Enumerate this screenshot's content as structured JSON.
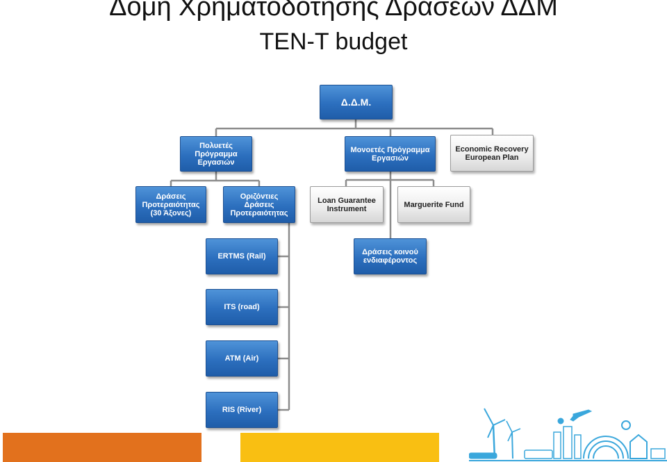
{
  "header": {
    "title": "Δομή Χρηματοδότησης Δράσεων ΔΔΜ",
    "subtitle": "TEN-T budget"
  },
  "org": {
    "root": "Δ.Δ.Μ.",
    "multiannual": "Πολυετές Πρόγραμμα Εργασιών",
    "annual": "Μονοετές Πρόγραμμα Εργασιών",
    "recovery": "Economic Recovery European Plan",
    "priority_30": "Δράσεις Προτεραιότητας (30 Άξονες)",
    "horizontal": "Οριζόντιες Δράσεις Προτεραιότητας",
    "loan": "Loan Guarantee Instrument",
    "marguerite": "Marguerite Fund",
    "common_interest": "Δράσεις κοινού ενδιαφέροντος",
    "ertms": "ERTMS (Rail)",
    "its": "ITS (road)",
    "atm": "ATM (Air)",
    "ris": "RIS (River)"
  },
  "colors": {
    "blue_box": "#2c6fbe",
    "gray_box": "#e6e6e6",
    "connector": "#8c8c8c",
    "bar_orange": "#e2711d",
    "bar_yellow": "#f9bf12",
    "logo_blue": "#3aa7dc"
  }
}
